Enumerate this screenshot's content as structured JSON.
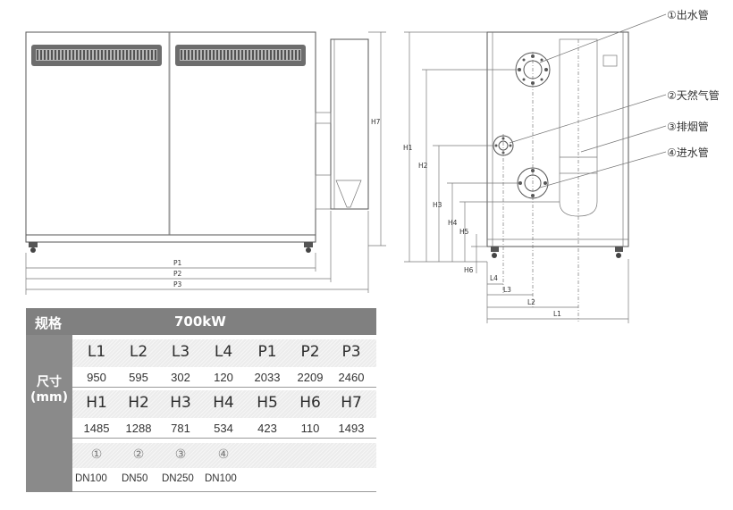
{
  "front_view": {
    "dim_labels": [
      "P1",
      "P2",
      "P3",
      "H7"
    ]
  },
  "side_view": {
    "callouts": [
      "①出水管",
      "②天然气管",
      "③排烟管",
      "④进水管"
    ],
    "dim_labels": [
      "H1",
      "H2",
      "H3",
      "H4",
      "H5",
      "H6",
      "L4",
      "L3",
      "L2",
      "L1"
    ]
  },
  "spec_table": {
    "label": "规格",
    "model": "700kW",
    "size_label_line1": "尺寸",
    "size_label_line2": "(mm)",
    "row1_labels": [
      "L1",
      "L2",
      "L3",
      "L4",
      "P1",
      "P2",
      "P3"
    ],
    "row1_values": [
      "950",
      "595",
      "302",
      "120",
      "2033",
      "2209",
      "2460"
    ],
    "row2_labels": [
      "H1",
      "H2",
      "H3",
      "H4",
      "H5",
      "H6",
      "H7"
    ],
    "row2_values": [
      "1485",
      "1288",
      "781",
      "534",
      "423",
      "110",
      "1493"
    ],
    "row3_labels": [
      "①",
      "②",
      "③",
      "④"
    ],
    "row3_values": [
      "DN100",
      "DN50",
      "DN250",
      "DN100"
    ]
  }
}
